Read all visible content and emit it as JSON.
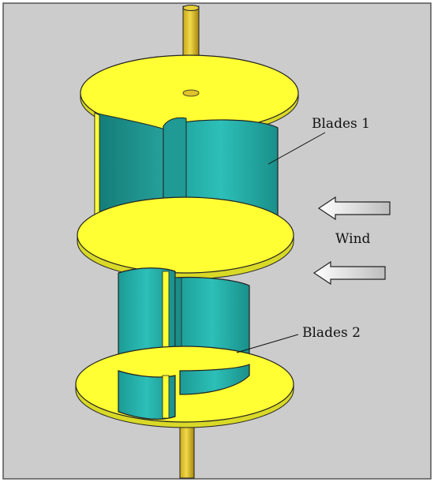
{
  "labels": {
    "blades_1": "Blades 1",
    "blades_2": "Blades 2",
    "wind": "Wind"
  },
  "colors": {
    "background": "#cccccc",
    "plate": "#ffff33",
    "blade": "#26b3ad",
    "shaft": "#d9bf1f",
    "arrow_fill": "#e8e8e8"
  }
}
